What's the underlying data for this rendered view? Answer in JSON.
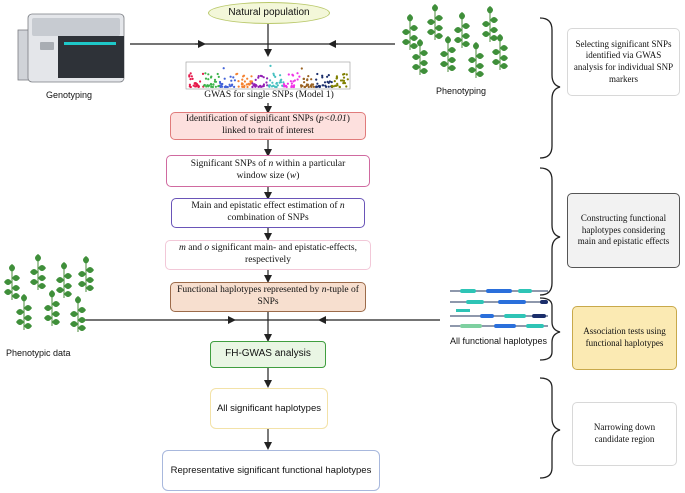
{
  "flow": {
    "natural_population": "Natural population",
    "gwas_single": "GWAS for single SNPs (Model 1)",
    "identification_pre": "Identification of significant SNPs (",
    "identification_p": "p<0.01",
    "identification_post": ")",
    "identification_line2": "linked to trait of interest",
    "sig_snps_pre": "Significant SNPs of ",
    "sig_snps_n": "n",
    "sig_snps_post": " within a particular",
    "sig_snps_line2_pre": "window size (",
    "sig_snps_w": "w",
    "sig_snps_line2_post": ")",
    "main_epistatic_line1_pre": "Main and epistatic effect estimation of ",
    "main_epistatic_n": "n",
    "main_epistatic_line2": "combination of SNPs",
    "m": "m",
    "and": " and ",
    "o": "o",
    "mo_post": " significant main- and epistatic-effects,",
    "mo_line2": "respectively",
    "fh_pre": "Functional haplotypes represented by ",
    "fh_n": "n",
    "fh_post": "-tuple of",
    "fh_line2": "SNPs",
    "fh_gwas": "FH-GWAS analysis",
    "all_sig_haplotypes": "All significant haplotypes",
    "representative": "Representative significant functional haplotypes"
  },
  "labels": {
    "genotyping": "Genotyping",
    "phenotyping": "Phenotyping",
    "phenotypic_data": "Phenotypic data",
    "all_functional_haplotypes": "All functional haplotypes"
  },
  "side": {
    "step1": "Selecting significant SNPs identified via  GWAS analysis  for individual SNP markers",
    "step2": "Constructing functional haplotypes considering main and epistatic effects",
    "step3": "Association tests using functional haplotypes",
    "step4": "Narrowing down candidate region"
  },
  "colors": {
    "natural_population_fill": "#f3f7d9",
    "natural_population_border": "#b9c86a",
    "identification_fill": "#fde0de",
    "identification_border": "#e07b7b",
    "sig_snps_border": "#d06aa0",
    "main_epistatic_border": "#6a55b8",
    "mo_border": "#f2c8d8",
    "fh_fill": "#f7dfcf",
    "fh_border": "#9c6b4a",
    "fh_gwas_fill": "#e9f6e4",
    "fh_gwas_border": "#3f9e3f",
    "all_sig_border": "#f3e2a8",
    "representative_border": "#a8b8dd",
    "step3_fill": "#fbeab3",
    "step3_border": "#c8a94b",
    "step2_fill": "#f2f2f2"
  }
}
